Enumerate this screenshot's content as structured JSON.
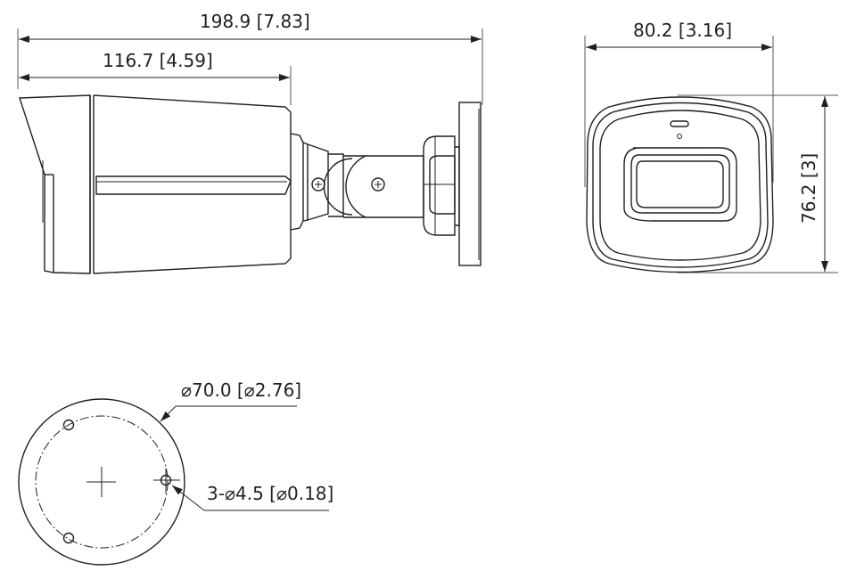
{
  "side_view": {
    "overall_length": "198.9 [7.83]",
    "body_length": "116.7 [4.59]"
  },
  "front_view": {
    "width": "80.2 [3.16]",
    "height": "76.2 [3]"
  },
  "base_view": {
    "base_diameter": "⌀70.0 [⌀2.76]",
    "mounting_holes": "3-⌀4.5 [⌀0.18]"
  },
  "colors": {
    "line": "#231f20",
    "background": "#ffffff"
  }
}
